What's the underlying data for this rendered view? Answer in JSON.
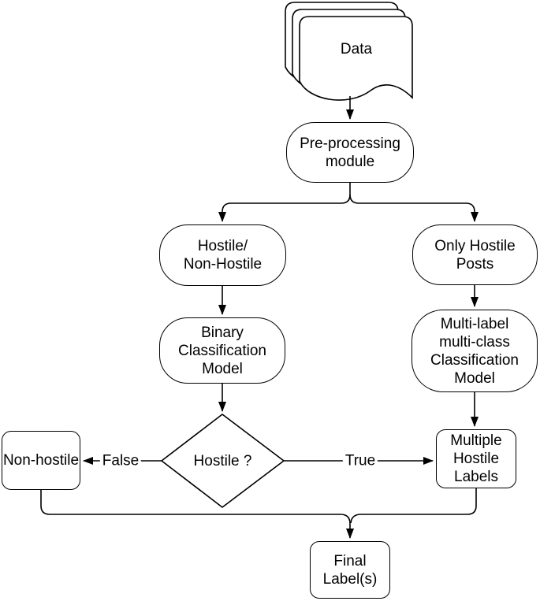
{
  "colors": {
    "background": "#ffffff",
    "stroke": "#000000",
    "text": "#000000"
  },
  "nodes": {
    "data": {
      "label": "Data"
    },
    "preprocessing": {
      "lines": [
        "Pre-processing",
        "module"
      ]
    },
    "hostile_split": {
      "lines": [
        "Hostile/",
        "Non-Hostile"
      ]
    },
    "only_hostile": {
      "lines": [
        "Only Hostile",
        "Posts"
      ]
    },
    "binary_model": {
      "lines": [
        "Binary",
        "Classification",
        "Model"
      ]
    },
    "multilabel_model": {
      "lines": [
        "Multi-label",
        "multi-class",
        "Classification",
        "Model"
      ]
    },
    "decision": {
      "label": "Hostile ?"
    },
    "non_hostile": {
      "label": "Non-hostile"
    },
    "multiple_labels": {
      "lines": [
        "Multiple",
        "Hostile",
        "Labels"
      ]
    },
    "final_labels": {
      "lines": [
        "Final",
        "Label(s)"
      ]
    }
  },
  "edges": {
    "false_label": "False",
    "true_label": "True"
  }
}
